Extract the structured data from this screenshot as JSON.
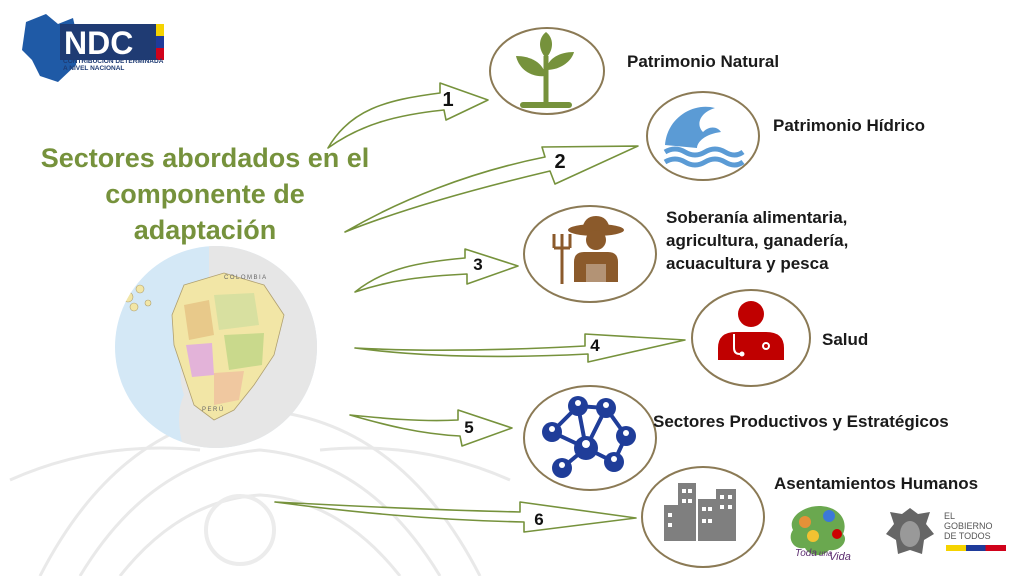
{
  "logo": {
    "acronym": "NDC",
    "line1": "CONTRIBUCIÓN DETERMINADA",
    "line2": "A NIVEL NACIONAL"
  },
  "title": {
    "line1": "Sectores abordados en el",
    "line2": "componente de",
    "line3": "adaptación"
  },
  "map": {
    "colombia": "COLOMBIA",
    "peru": "PERÚ"
  },
  "sectors": [
    {
      "num": "1",
      "label": [
        "Patrimonio Natural"
      ],
      "icon": "plant-icon"
    },
    {
      "num": "2",
      "label": [
        "Patrimonio Hídrico"
      ],
      "icon": "wave-icon"
    },
    {
      "num": "3",
      "label": [
        "Soberanía alimentaria,",
        "agricultura, ganadería,",
        "acuacultura y pesca"
      ],
      "icon": "farmer-icon"
    },
    {
      "num": "4",
      "label": [
        "Salud"
      ],
      "icon": "doctor-icon"
    },
    {
      "num": "5",
      "label": [
        "Sectores Productivos y Estratégicos"
      ],
      "icon": "network-icon"
    },
    {
      "num": "6",
      "label": [
        "Asentamientos Humanos"
      ],
      "icon": "buildings-icon"
    }
  ],
  "footer": {
    "slogan_line1": "Toda",
    "slogan_line2": "una",
    "slogan_line3": "Vida",
    "gob_line1": "EL",
    "gob_line2": "GOBIERNO",
    "gob_line3": "DE TODOS"
  },
  "colors": {
    "title": "#76923c",
    "circle_border": "#8b7a55",
    "arrow": "#76923c",
    "plant": "#76923c",
    "water": "#5b9bd5",
    "farmer": "#8b5a2b",
    "doctor": "#c00000",
    "network": "#1f3d99",
    "buildings": "#7f7f7f"
  }
}
